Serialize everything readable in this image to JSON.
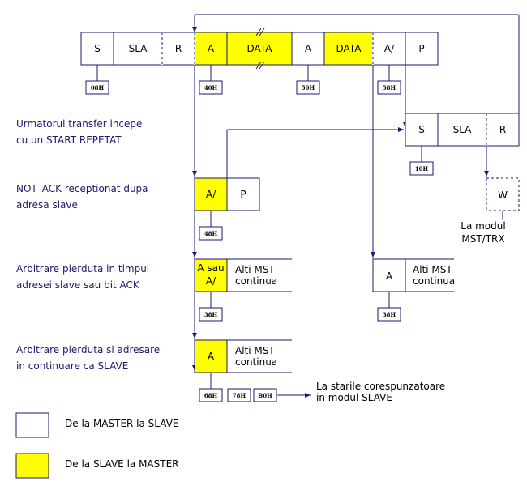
{
  "colors": {
    "line": "#1a1a6e",
    "master_fill": "#ffffff",
    "slave_fill": "#ffff00"
  },
  "top_row": {
    "s": "S",
    "sla": "SLA",
    "r": "R",
    "a1": "A",
    "data1": "DATA",
    "a2": "A",
    "data2": "DATA",
    "nack": "A/",
    "p": "P"
  },
  "top_codes": {
    "c08": "08H",
    "c40": "40H",
    "c50": "50H",
    "c58": "58H"
  },
  "repeated": {
    "desc_line1": "Urmatorul transfer incepe",
    "desc_line2": "cu un START REPETAT",
    "s": "S",
    "sla": "SLA",
    "r": "R",
    "code": "10H",
    "w": "W",
    "to_line1": "La modul",
    "to_line2": "MST/TRX"
  },
  "notack": {
    "desc_line1": "NOT_ACK receptionat dupa",
    "desc_line2": "adresa slave",
    "nack": "A/",
    "p": "P",
    "code": "48H"
  },
  "arb_lost": {
    "desc_line1": "Arbitrare pierduta in timpul",
    "desc_line2": "adresei slave sau bit ACK",
    "cell_line1": "A sau",
    "cell_line2": "A/",
    "others_line1": "Alti MST",
    "others_line2": "continua",
    "code": "38H",
    "right_a": "A",
    "right_others_line1": "Alti MST",
    "right_others_line2": "continua",
    "right_code": "38H"
  },
  "arb_slave": {
    "desc_line1": "Arbitrare pierduta si adresare",
    "desc_line2": "in continuare ca SLAVE",
    "a": "A",
    "others_line1": "Alti MST",
    "others_line2": "continua",
    "codes": [
      "68H",
      "78H",
      "B0H"
    ],
    "to_line1": "La starile corespunzatoare",
    "to_line2": "in modul SLAVE"
  },
  "legend": {
    "master_to_slave": "De la MASTER la SLAVE",
    "slave_to_master": "De la SLAVE la MASTER"
  }
}
